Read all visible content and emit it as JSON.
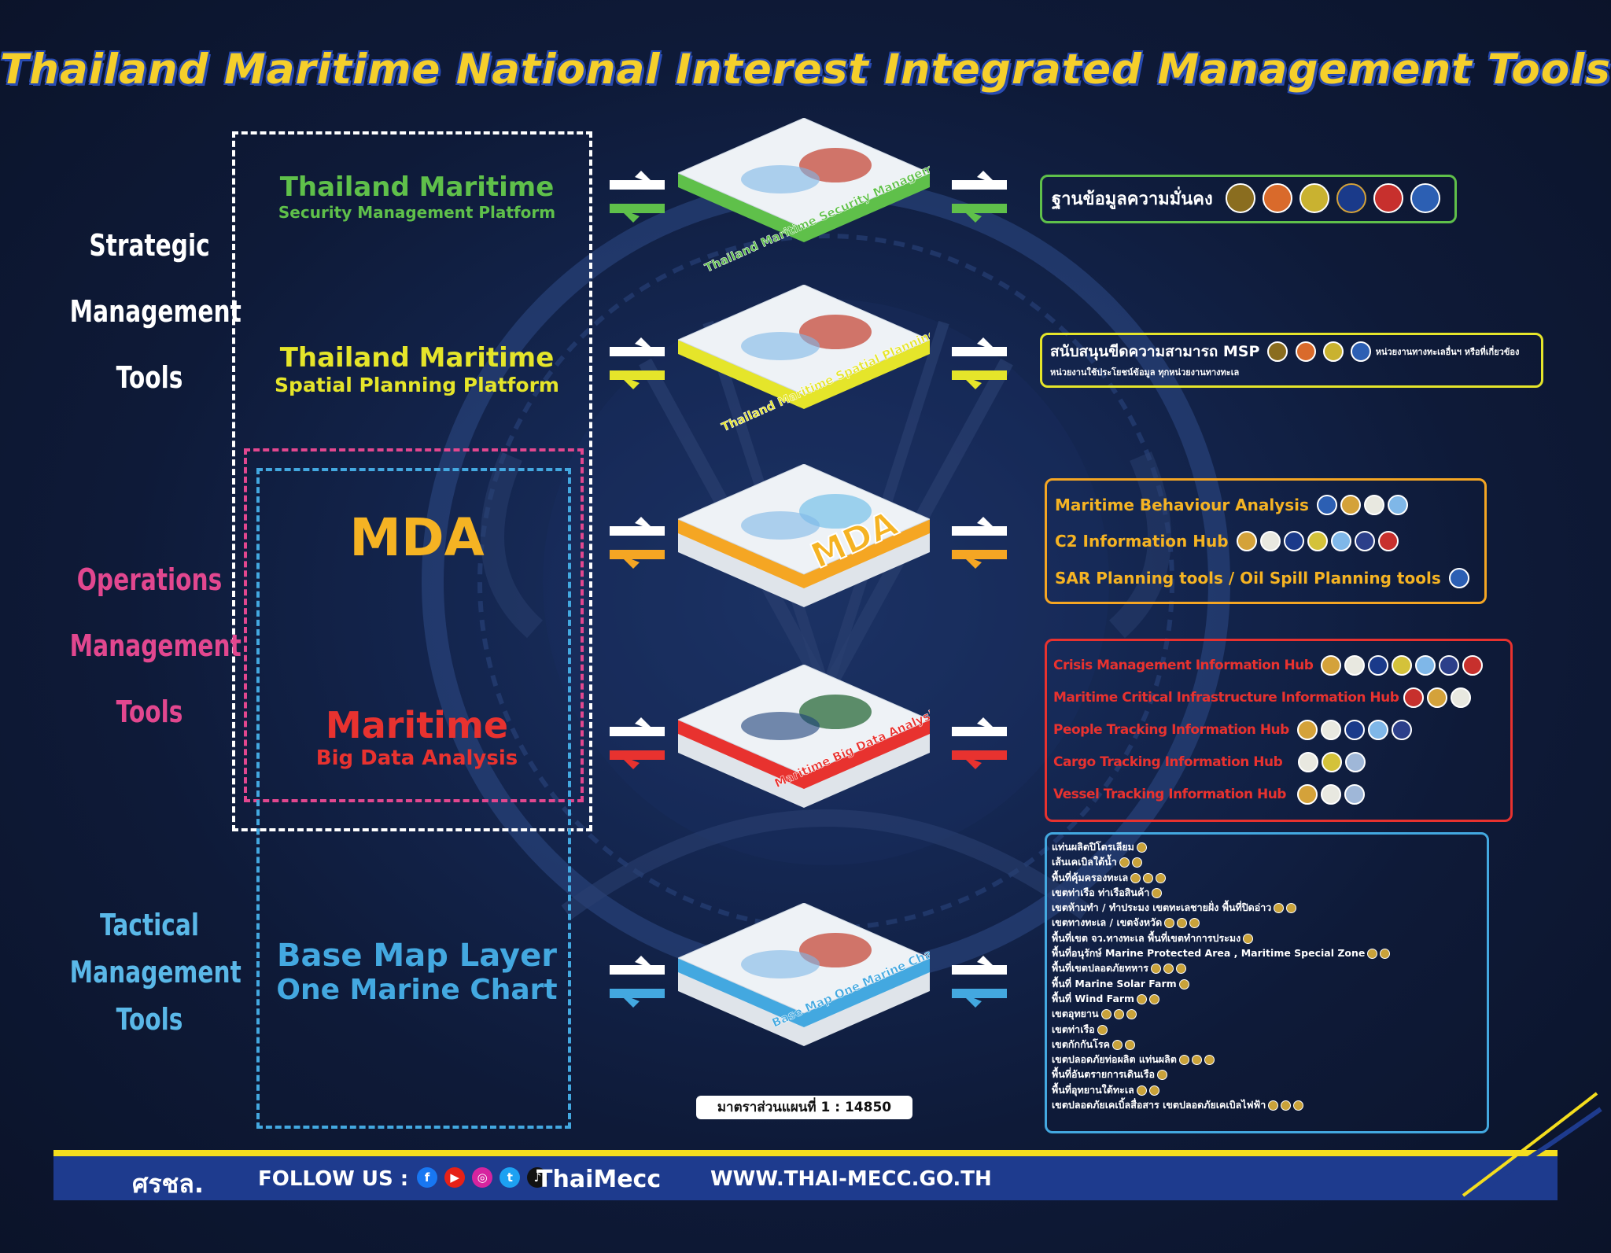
{
  "title": "Thailand Maritime National Interest Integrated Management Tools",
  "categories": {
    "strategic": [
      "Strategic",
      "Management",
      "Tools"
    ],
    "operations": [
      "Operations",
      "Management",
      "Tools"
    ],
    "tactical": [
      "Tactical",
      "Management",
      "Tools"
    ]
  },
  "platforms": {
    "security": {
      "title": "Thailand Maritime",
      "subtitle": "Security Management Platform",
      "layer_text": "Thailand Maritime Security Management Platform",
      "color": "#5fc04a"
    },
    "spatial": {
      "title": "Thailand Maritime",
      "subtitle": "Spatial Planning Platform",
      "layer_text": "Thailand Maritime Spatial Planning Platform",
      "color": "#e5e52a"
    },
    "mda": {
      "title": "MDA",
      "layer_text": "MDA",
      "color": "#f5a623"
    },
    "bigdata": {
      "title": "Maritime",
      "subtitle": "Big Data Analysis",
      "layer_text": "Maritime Big Data Analysis",
      "color": "#e8322f"
    },
    "basemap": {
      "title": "Base Map Layer",
      "subtitle": "One Marine Chart",
      "layer_text": "Base Map One Marine Chart",
      "color": "#43a8e0"
    }
  },
  "right_boxes": {
    "security": {
      "text": "ฐานข้อมูลความมั่นคง"
    },
    "spatial": {
      "text": "สนับสนุนขีดความสามารถ MSP",
      "subtext": "หน่วยงานใช้ประโยชน์ข้อมูล ทุกหน่วยงานทางทะเล",
      "side_text": "หน่วยงานทางทะเลอื่นฯ หรือที่เกี่ยวข้อง"
    },
    "mda": {
      "items": [
        "Maritime Behaviour Analysis",
        "C2 Information Hub",
        "SAR Planning tools / Oil Spill Planning tools"
      ]
    },
    "bigdata": {
      "items": [
        "Crisis Management Information Hub",
        "Maritime Critical Infrastructure Information Hub",
        "People Tracking Information Hub",
        "Cargo Tracking Information Hub",
        "Vessel Tracking Information Hub"
      ]
    },
    "basemap": {
      "items": [
        "แท่นผลิตปิโตรเลียม",
        "เส้นเคเบิลใต้น้ำ",
        "พื้นที่คุ้มครองทะเล",
        "เขตท่าเรือ ท่าเรือสินค้า",
        "เขตห้ามทำ / ทำประมง เขตทะเลชายฝั่ง พื้นที่ปิดอ่าว",
        "เขตทางทะเล / เขตจังหวัด",
        "พื้นที่เขต จว.ทางทะเล พื้นที่เขตทำการประมง",
        "พื้นที่อนุรักษ์ Marine Protected Area , Maritime Special Zone",
        "พื้นที่เขตปลอดภัยทหาร",
        "พื้นที่ Marine Solar Farm",
        "พื้นที่ Wind Farm",
        "เขตอุทยาน",
        "เขตท่าเรือ",
        "เขตกักกันโรค",
        "เขตปลอดภัยท่อผลิต แท่นผลิต",
        "พื้นที่อันตรายการเดินเรือ",
        "พื้นที่อุทยานใต้ทะเล",
        "เขตปลอดภัยเคเบิ้ลสื่อสาร เขตปลอดภัยเคเบิลไฟฟ้า"
      ]
    }
  },
  "scale_label": "มาตราส่วนแผนที่ 1 : 14850",
  "footer": {
    "logo": "ศรชล.",
    "follow": "FOLLOW US :",
    "handle": "ThaiMecc",
    "url": "WWW.THAI-MECC.GO.TH"
  },
  "colors": {
    "background": "#0d1630",
    "title": "#f5cf2b",
    "strategic_frame": "#ffffff",
    "operations_frame": "#e2478f",
    "tactical_frame": "#43a8e0",
    "footer_bar": "#1e3b8e",
    "footer_stripe": "#f4dd1e"
  }
}
